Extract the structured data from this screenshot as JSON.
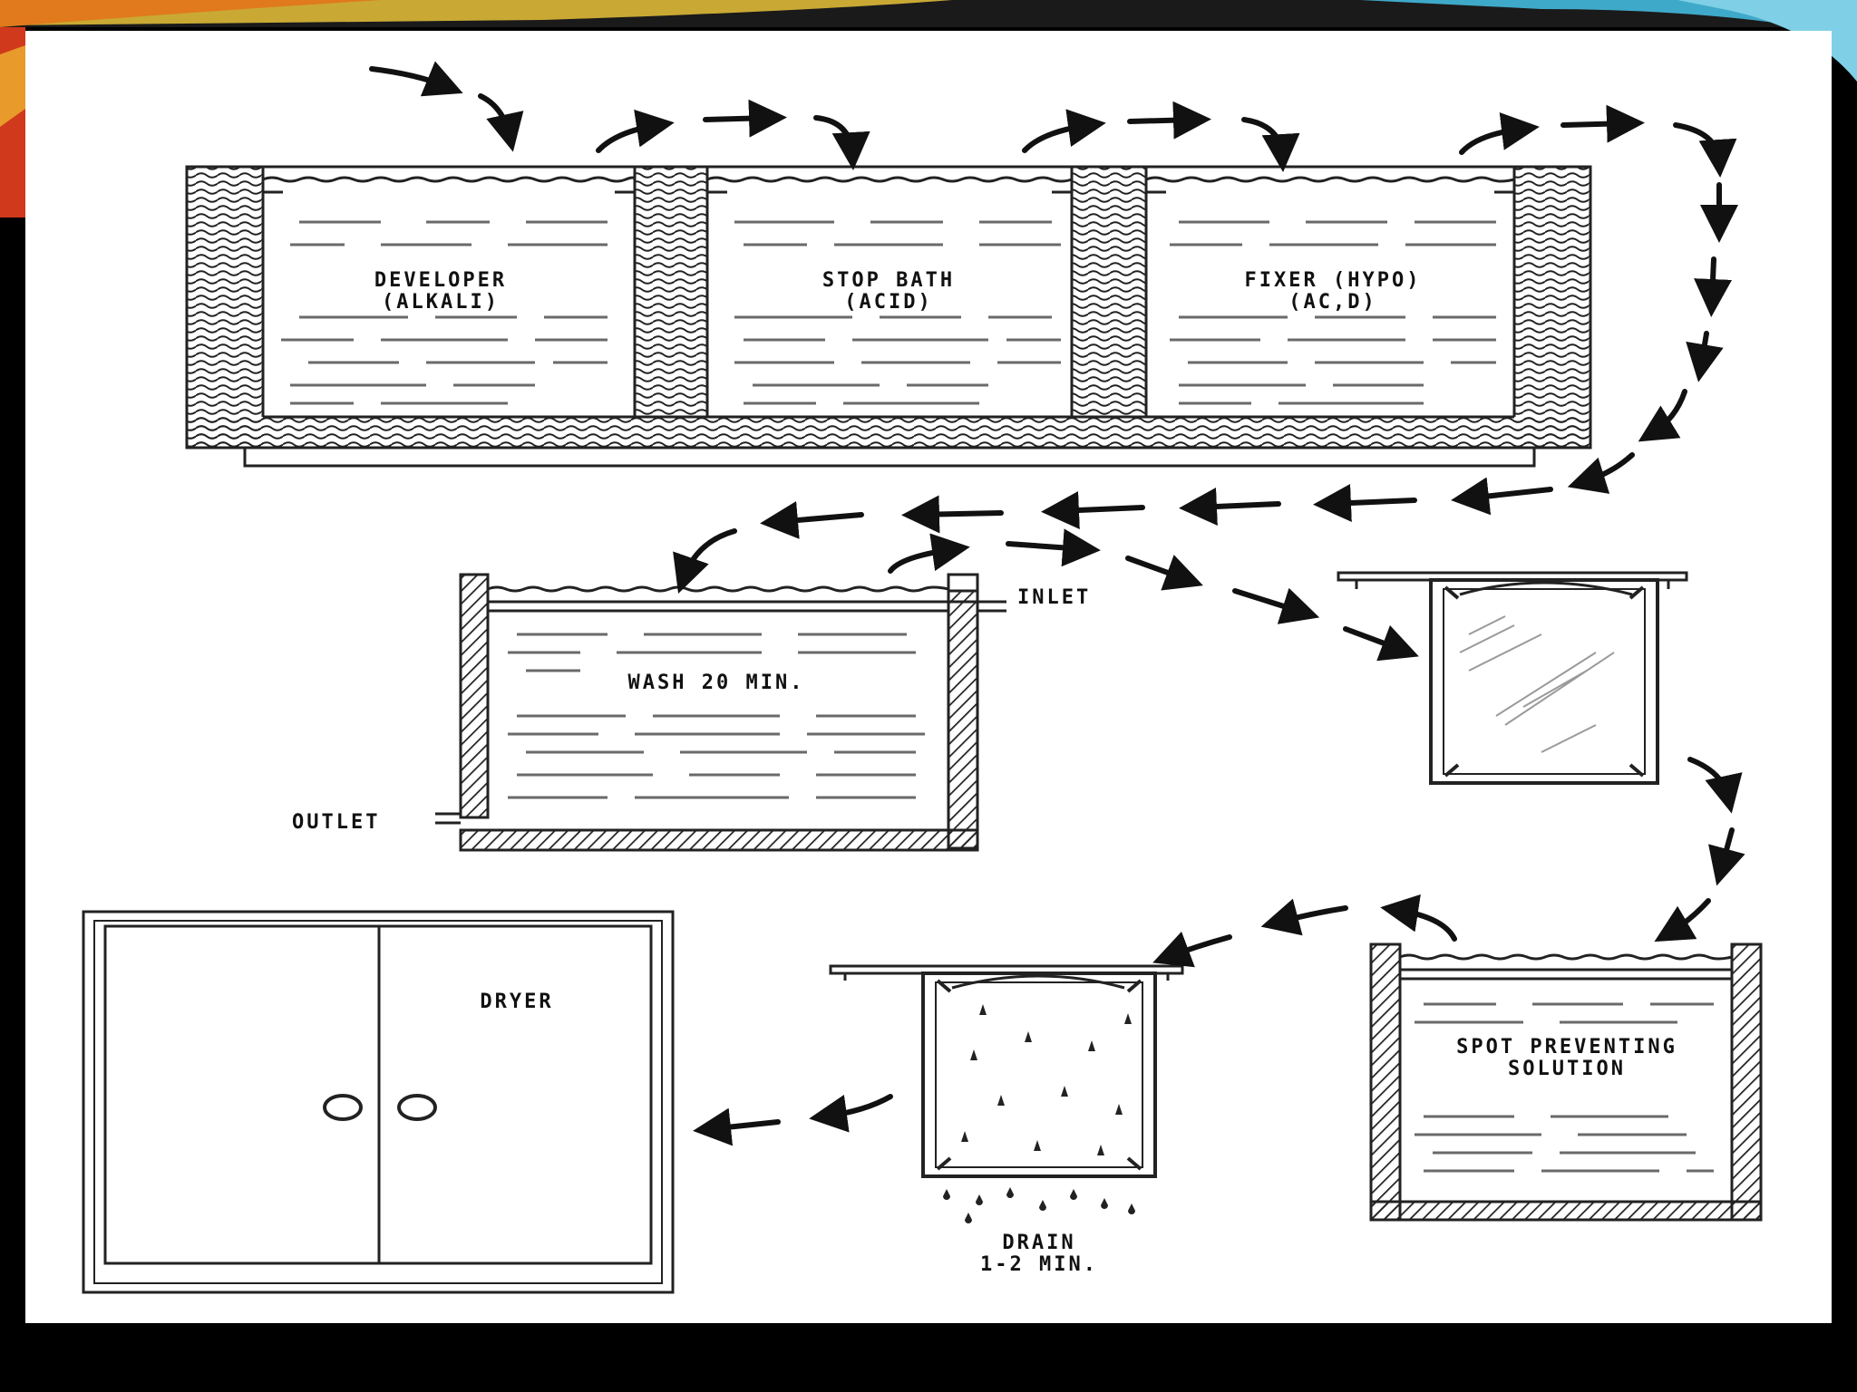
{
  "tanks": {
    "developer": {
      "line1": "DEVELOPER",
      "line2": "(ALKALI)"
    },
    "stop_bath": {
      "line1": "STOP BATH",
      "line2": "(ACID)"
    },
    "fixer": {
      "line1": "FIXER (HYPO)",
      "line2": "(AC,D)"
    },
    "wash": {
      "label": "WASH 20 MIN."
    },
    "spot": {
      "line1": "SPOT PREVENTING",
      "line2": "SOLUTION"
    }
  },
  "wash_labels": {
    "inlet": "INLET",
    "outlet": "OUTLET"
  },
  "drain": {
    "line1": "DRAIN",
    "line2": "1-2 MIN."
  },
  "dryer": {
    "label": "DRYER"
  },
  "colors": {
    "background": "#000000",
    "panel": "#ffffff",
    "ink": "#111111",
    "liquid_line": "#6a6a6a"
  }
}
